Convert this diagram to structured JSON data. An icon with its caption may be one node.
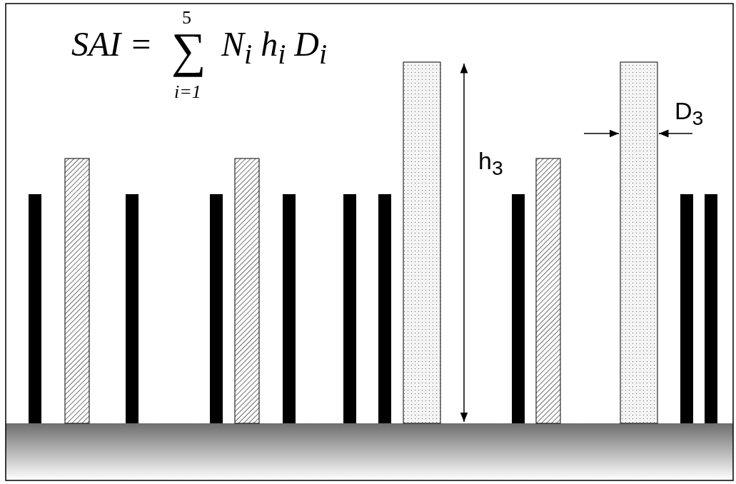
{
  "diagram": {
    "labels": [
      "5",
      "SAI =",
      "∑",
      "N$_{i}$ h$_{i}$ D$_{i}$",
      "i=1",
      "D$_{3}$",
      "h$_{3}$"
    ]
  }
}
